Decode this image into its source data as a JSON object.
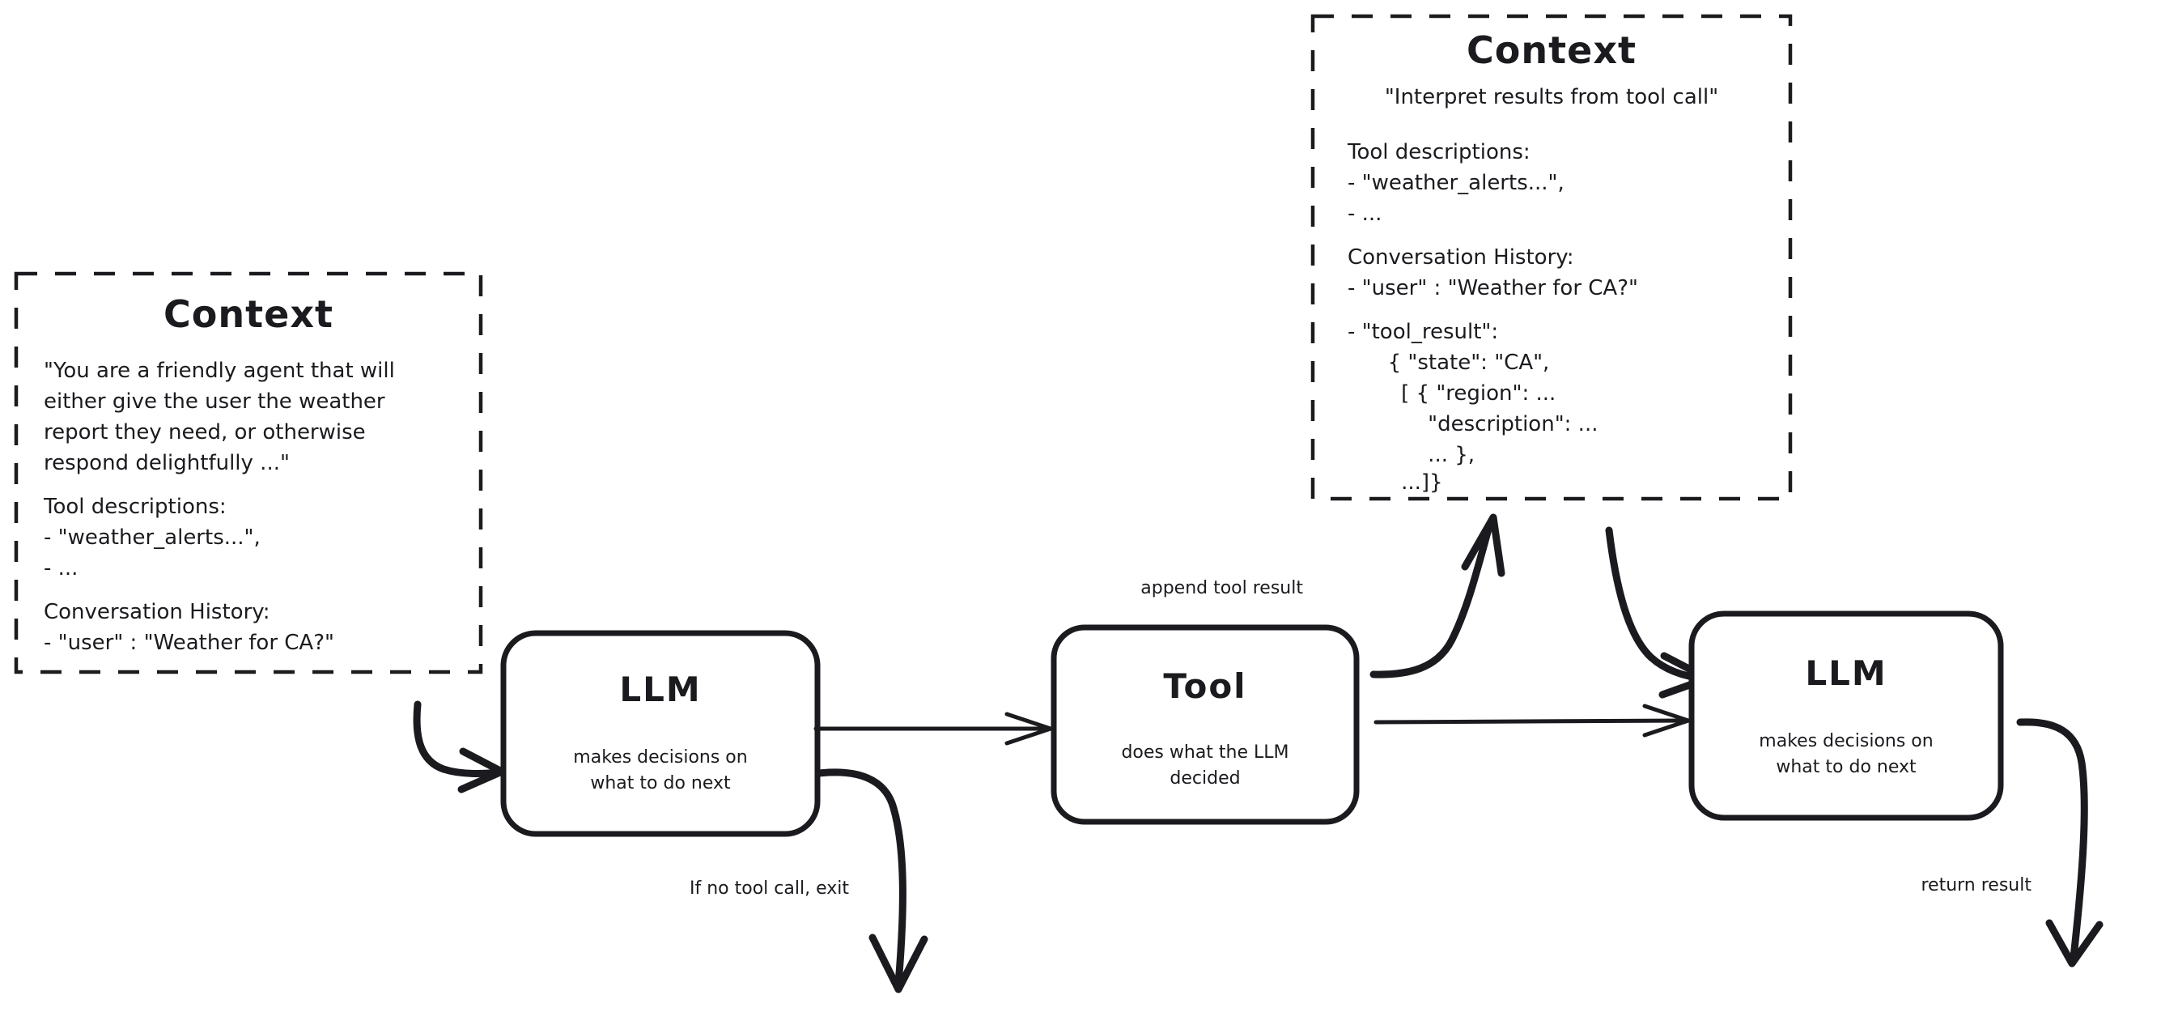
{
  "diagram": {
    "title": "LLM agent tool-calling loop",
    "colors": {
      "ink": "#1b1b1f",
      "background": "#ffffff"
    }
  },
  "context_left": {
    "title": "Context",
    "lines": [
      "\"You are a friendly agent that will",
      "either give the user the weather",
      "report they need, or otherwise",
      "respond delightfully ...\"",
      "",
      "Tool descriptions:",
      "- \"weather_alerts...\",",
      "- ...",
      "",
      "Conversation History:",
      "- \"user\" : \"Weather for CA?\""
    ]
  },
  "context_right": {
    "title": "Context",
    "subtitle": "\"Interpret results from tool call\"",
    "lines": [
      "Tool descriptions:",
      "- \"weather_alerts...\",",
      "- ...",
      "",
      "Conversation History:",
      "- \"user\" : \"Weather for CA?\"",
      "",
      "- \"tool_result\":",
      "      { \"state\": \"CA\",",
      "        [ { \"region\": ...",
      "            \"description\": ...",
      "            ... },",
      "        ...]}"
    ]
  },
  "nodes": {
    "llm_first": {
      "title": "LLM",
      "subtitle_lines": [
        "makes decisions on",
        "what to do next"
      ]
    },
    "tool": {
      "title": "Tool",
      "subtitle_lines": [
        "does what the LLM",
        "decided"
      ]
    },
    "llm_second": {
      "title": "LLM",
      "subtitle_lines": [
        "makes decisions on",
        "what to do next"
      ]
    }
  },
  "edges": {
    "context_to_llm": {
      "label": ""
    },
    "llm_to_tool": {
      "label": ""
    },
    "llm_exit": {
      "label": "If no tool call, exit"
    },
    "tool_to_context": {
      "label": "append tool result"
    },
    "context_to_llm2": {
      "label": ""
    },
    "tool_to_llm2": {
      "label": ""
    },
    "llm2_return": {
      "label": "return result"
    }
  }
}
